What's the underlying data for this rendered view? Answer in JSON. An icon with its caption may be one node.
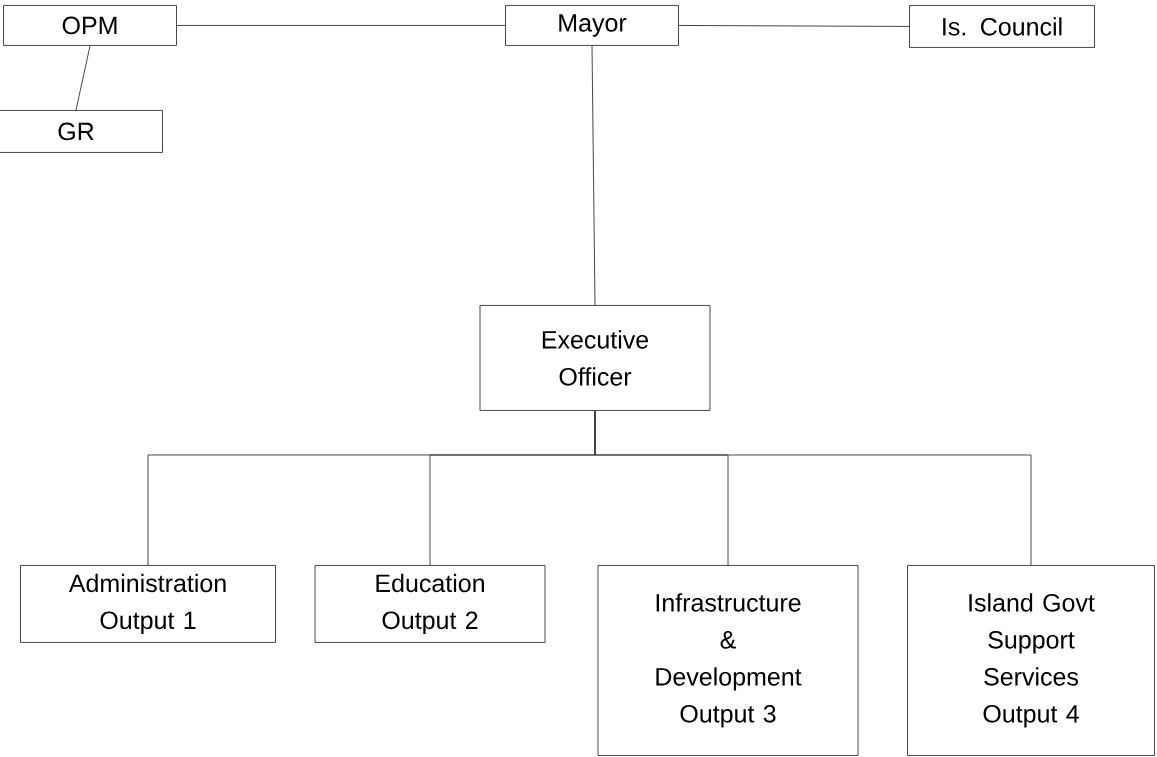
{
  "diagram": {
    "nodes": [
      {
        "text": [
          "OPM"
        ]
      },
      {
        "text": [
          "Mayor"
        ]
      },
      {
        "text": [
          "Is. Council"
        ]
      },
      {
        "text": [
          "GR"
        ]
      },
      {
        "text": [
          "Executive Officer"
        ]
      },
      {
        "text": [
          "Administration Output 1"
        ]
      },
      {
        "text": [
          "Education Output 2"
        ]
      },
      {
        "text": [
          "Infrastructure & Development Output 3"
        ]
      },
      {
        "text": [
          "Island Govt Support Services Output 4"
        ]
      }
    ],
    "edges": [
      {
        "from": 0,
        "to": 1,
        "arrow": "none"
      },
      {
        "from": 1,
        "to": 2,
        "arrow": "none"
      },
      {
        "from": 0,
        "to": 3,
        "arrow": "none"
      },
      {
        "from": 1,
        "to": 4,
        "arrow": "none"
      },
      {
        "from": 4,
        "to": 5,
        "arrow": "none"
      },
      {
        "from": 4,
        "to": 6,
        "arrow": "none"
      },
      {
        "from": 4,
        "to": 7,
        "arrow": "none"
      },
      {
        "from": 4,
        "to": 8,
        "arrow": "none"
      }
    ]
  }
}
